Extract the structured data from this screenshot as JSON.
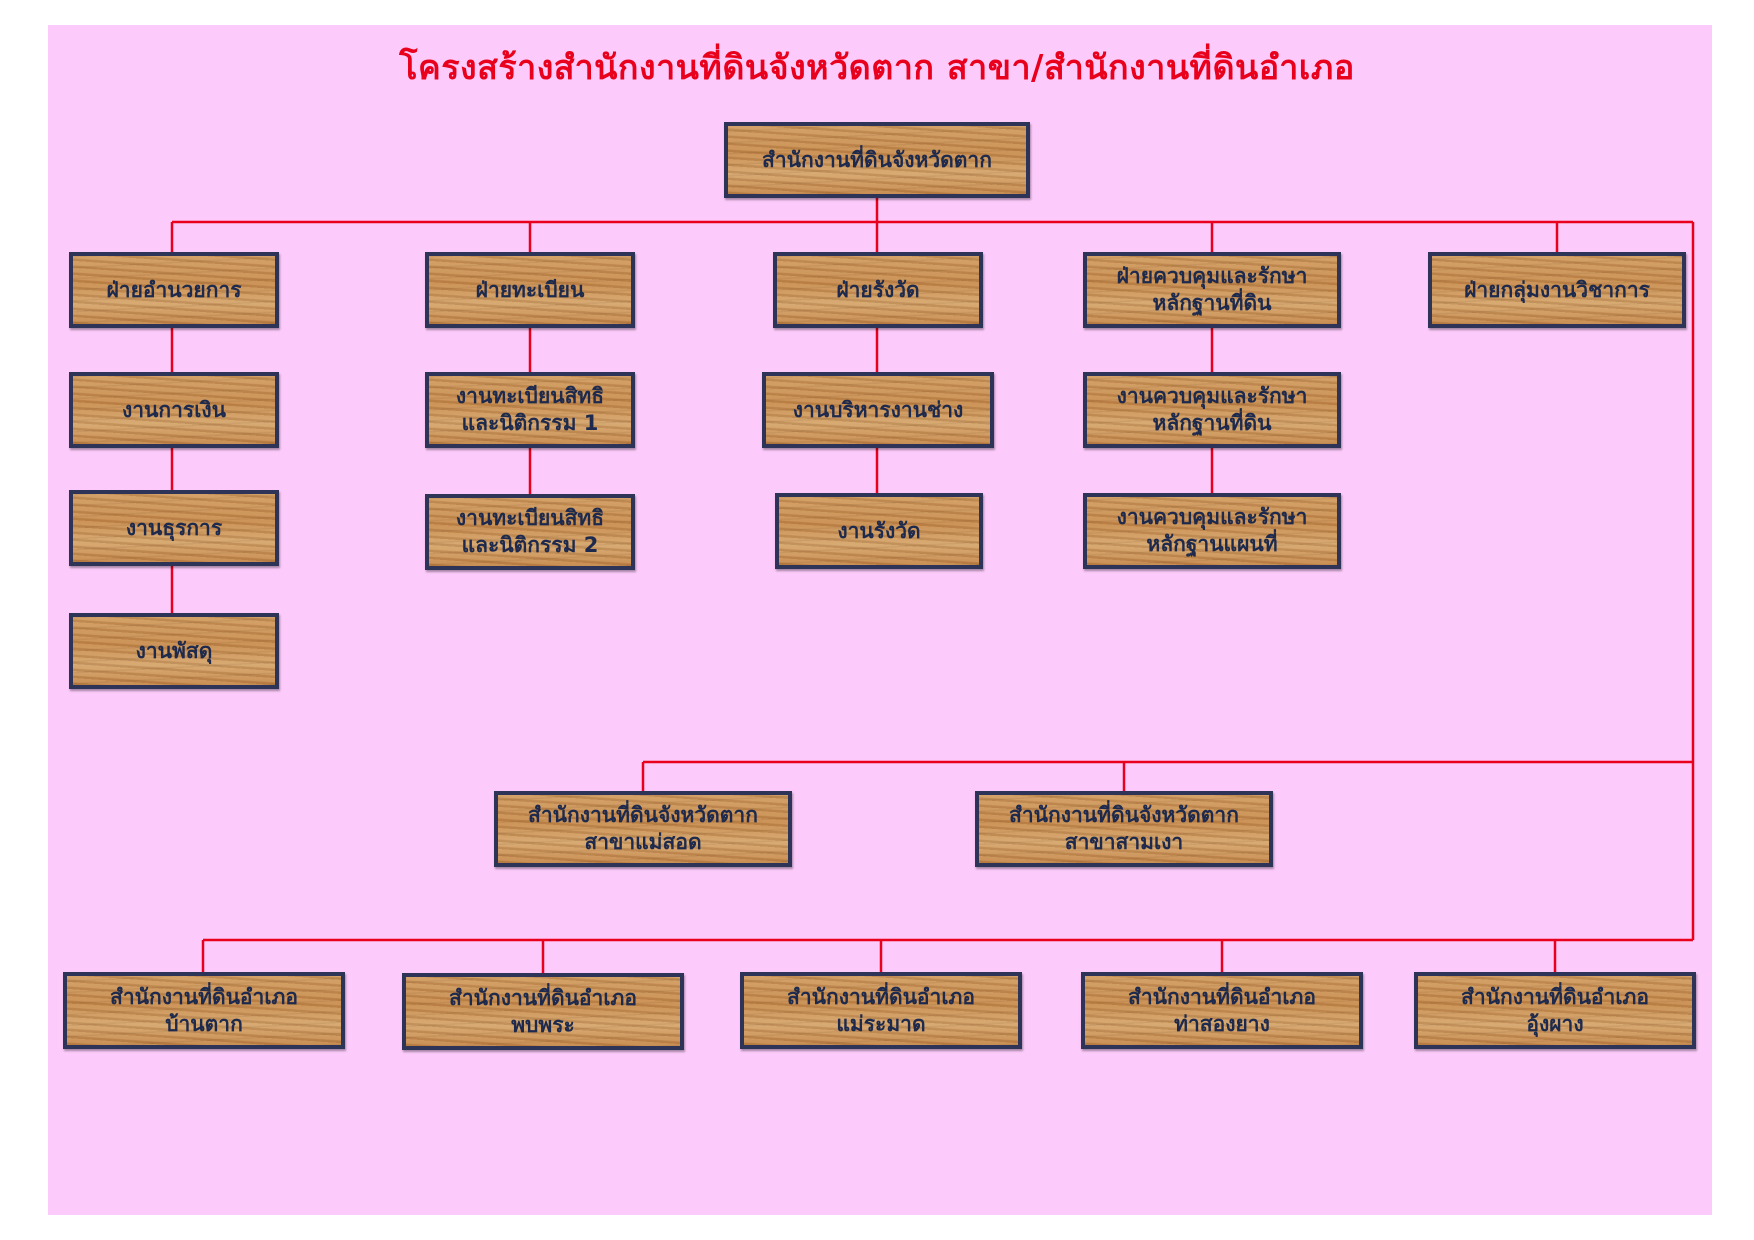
{
  "title": "โครงสร้างสำนักงานที่ดินจังหวัดตาก สาขา/สำนักงานที่ดินอำเภอ",
  "colors": {
    "background": "#fdcbfb",
    "title": "#e8001c",
    "line": "#e8001c",
    "border": "#2d3457",
    "text": "#1d2a4d"
  },
  "nodes": {
    "root": "สำนักงานที่ดินจังหวัดตาก",
    "div1": "ฝ่ายอำนวยการ",
    "div2": "ฝ่ายทะเบียน",
    "div3": "ฝ่ายรังวัด",
    "div4": "ฝ่ายควบคุมและรักษา\nหลักฐานที่ดิน",
    "div5": "ฝ่ายกลุ่มงานวิชาการ",
    "d1a": "งานการเงิน",
    "d1b": "งานธุรการ",
    "d1c": "งานพัสดุ",
    "d2a": "งานทะเบียนสิทธิ\nและนิติกรรม 1",
    "d2b": "งานทะเบียนสิทธิ\nและนิติกรรม 2",
    "d3a": "งานบริหารงานช่าง",
    "d3b": "งานรังวัด",
    "d4a": "งานควบคุมและรักษา\nหลักฐานที่ดิน",
    "d4b": "งานควบคุมและรักษา\nหลักฐานแผนที่",
    "br1": "สำนักงานที่ดินจังหวัดตาก\nสาขาแม่สอด",
    "br2": "สำนักงานที่ดินจังหวัดตาก\nสาขาสามเงา",
    "am1": "สำนักงานที่ดินอำเภอ\nบ้านตาก",
    "am2": "สำนักงานที่ดินอำเภอ\nพบพระ",
    "am3": "สำนักงานที่ดินอำเภอ\nแม่ระมาด",
    "am4": "สำนักงานที่ดินอำเภอ\nท่าสองยาง",
    "am5": "สำนักงานที่ดินอำเภอ\nอุ้งผาง"
  }
}
